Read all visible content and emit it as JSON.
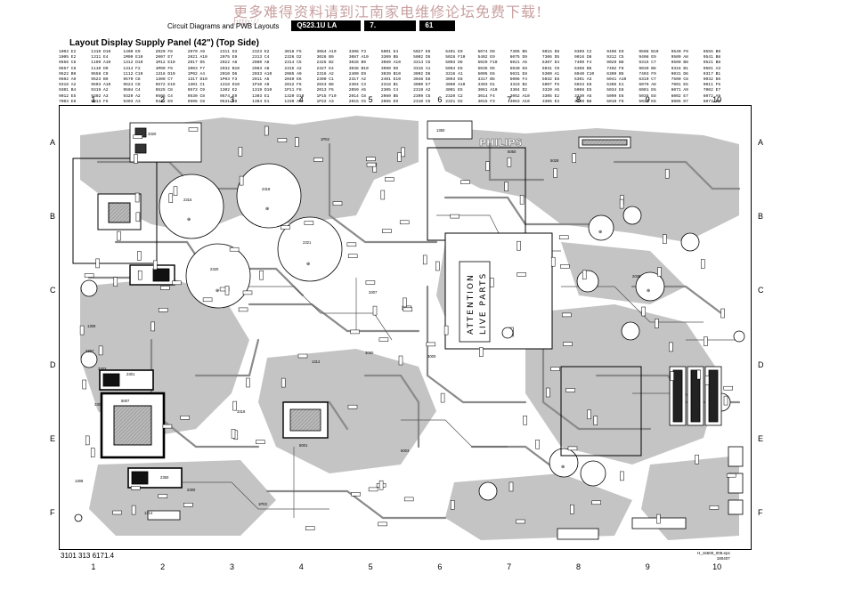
{
  "watermark": {
    "text": "更多难得资料请到江南家电维修论坛免费下载!",
    "url": "http://"
  },
  "header": {
    "doc_title": "Circuit Diagrams and PWB Layouts",
    "model": "Q523.1U LA",
    "chapter": "7.",
    "page": "61"
  },
  "layout_title": "Layout Display Supply Panel (42\") (Top Side)",
  "ref_table": [
    "1003 E2",
    "1310 D10",
    "1400 E9",
    "2020 F8",
    "2070 A9",
    "2311 D3",
    "2323 E2",
    "3018 F5",
    "3084 A10",
    "3308 F3",
    "5001 E4",
    "5027 E6",
    "5401 E9",
    "6074 D9",
    "7305 B5",
    "9015 D8",
    "9309 C2",
    "9406 E9",
    "9508 B10",
    "9540 F9",
    "9555 B9",
    "1005 E2",
    "1311 E4",
    "1M09 E10",
    "2007 E7",
    "2021 A10",
    "2075 E9",
    "2313 C4",
    "2326 D2",
    "3026 B9",
    "3087 A10",
    "3309 B5",
    "5002 D5",
    "5028 F10",
    "5402 E9",
    "6075 D9",
    "7306 D5",
    "9016 D8",
    "9312 C5",
    "9408 E9",
    "9509 A8",
    "9541 B8",
    "9556 C8",
    "1109 A10",
    "1312 D10",
    "1M12 E10",
    "2017 D5",
    "2022 A8",
    "2080 A8",
    "2314 C5",
    "2325 B2",
    "3028 B9",
    "3089 A10",
    "3314 C5",
    "5003 D6",
    "5029 F10",
    "6021 A5",
    "6307 D4",
    "7400 F4",
    "9029 B8",
    "9315 C7",
    "9500 B8",
    "9521 B8",
    "9557 C8",
    "1110 D9",
    "1314 F2",
    "1M90 F9",
    "2003 F7",
    "2032 B10",
    "2083 A8",
    "2315 A2",
    "2327 E4",
    "3038 B10",
    "3090 D6",
    "3315 A1",
    "5004 E5",
    "5035 D5",
    "5030 E8",
    "6031 C9",
    "6308 B5",
    "7402 F8",
    "9030 B6",
    "9316 B1",
    "9501 A3",
    "9522 B9",
    "9558 C9",
    "1112 C10",
    "1316 D10",
    "1P02 A4",
    "2010 D6",
    "2033 A10",
    "2085 A9",
    "2316 A2",
    "2400 E9",
    "3039 B10",
    "3092 D6",
    "3316 A1",
    "5005 E6",
    "5031 E8",
    "5300 A1",
    "6040 C10",
    "6309 B5",
    "7403 F9",
    "9031 D6",
    "9317 B1",
    "9502 A9",
    "9523 B9",
    "9570 C8",
    "1300 C7",
    "1317 D10",
    "1P03 F3",
    "2011 A5",
    "2040 E6",
    "2300 C1",
    "2317 A2",
    "2401 E10",
    "3048 E8",
    "3093 E6",
    "3317 B5",
    "5006 F4",
    "5032 E8",
    "5301 A3",
    "6041 A10",
    "6310 C7",
    "7500 C8",
    "9032 D6",
    "9318 A2",
    "9503 A10",
    "9524 C8",
    "9572 E10",
    "1301 C1",
    "1318 D10",
    "1P10 A9",
    "2012 F6",
    "2043 B8",
    "2304 C3",
    "2318 B1",
    "3000 E7",
    "3060 A10",
    "3303 D1",
    "3319 B2",
    "5007 F5",
    "5033 E8",
    "5305 E1",
    "6070 A8",
    "7001 E5",
    "9011 F5",
    "9301 B4",
    "9319 A2",
    "9504 C4",
    "9525 C8",
    "9573 C9",
    "1302 E2",
    "1319 D10",
    "1P11 F8",
    "2013 F5",
    "2059 A5",
    "2305 C4",
    "2319 A2",
    "3001 E5",
    "3061 A10",
    "3304 D2",
    "3320 A5",
    "5008 E5",
    "5034 E8",
    "6001 E6",
    "6071 A9",
    "7002 E7",
    "9012 E5",
    "9302 A3",
    "9320 A2",
    "9505 C4",
    "9530 C8",
    "9574 E9",
    "1303 E1",
    "1320 D10",
    "1P15 F10",
    "2014 C8",
    "2060 B5",
    "2309 C5",
    "2320 C2",
    "3014 F4",
    "3062 A10",
    "3305 E2",
    "3330 A5",
    "5009 E6",
    "5035 E8",
    "6002 E7",
    "6072 A9",
    "7003 E8",
    "9013 F5",
    "9303 A3",
    "9342 E9",
    "9506 C8",
    "9531 C9",
    "1304 E1",
    "1330 A6",
    "1P22 A3",
    "2015 C5",
    "2065 E9",
    "2310 C5",
    "2321 D2",
    "3015 F3",
    "3063 A10",
    "3306 E3",
    "3400 B8",
    "5010 F6",
    "5036 E8",
    "6005 D7",
    "6073 B9",
    "7004 F8",
    "9014 F6",
    "9304 B4",
    "9401 D9",
    "9507 A8",
    "9535 C9"
  ],
  "columns": [
    "1",
    "2",
    "3",
    "4",
    "5",
    "6",
    "7",
    "8",
    "9",
    "10"
  ],
  "rows": [
    "A",
    "B",
    "C",
    "D",
    "E",
    "F"
  ],
  "silkscreen": {
    "brand": "PHILIPS",
    "warning_line1": "ATTENTION",
    "warning_line2": "LIVE PARTS"
  },
  "components": [
    {
      "ref": "2315",
      "kind": "electrolytic"
    },
    {
      "ref": "2318",
      "kind": "electrolytic"
    },
    {
      "ref": "2320",
      "kind": "electrolytic"
    },
    {
      "ref": "2321",
      "kind": "electrolytic"
    },
    {
      "ref": "2038",
      "kind": "electrolytic"
    },
    {
      "ref": "5050",
      "kind": "inductor"
    },
    {
      "ref": "3320",
      "kind": "resistor"
    },
    {
      "ref": "1350",
      "kind": "connector"
    },
    {
      "ref": "5028",
      "kind": "transformer"
    },
    {
      "ref": "5007",
      "kind": "transformer"
    },
    {
      "ref": "1P03",
      "kind": "connector"
    },
    {
      "ref": "1P02",
      "kind": "connector"
    },
    {
      "ref": "1312",
      "kind": "heatsink"
    },
    {
      "ref": "2300",
      "kind": "capacitor"
    },
    {
      "ref": "1314",
      "kind": "fuse"
    },
    {
      "ref": "1300",
      "kind": "heatsink"
    },
    {
      "ref": "1308",
      "kind": "connector"
    },
    {
      "ref": "2301",
      "kind": "capacitor"
    },
    {
      "ref": "2307",
      "kind": "capacitor"
    },
    {
      "ref": "3318",
      "kind": "resistor"
    },
    {
      "ref": "5001",
      "kind": "inductor"
    },
    {
      "ref": "5003",
      "kind": "inductor"
    },
    {
      "ref": "3050",
      "kind": "resistor"
    },
    {
      "ref": "3000",
      "kind": "resistor"
    },
    {
      "ref": "3307",
      "kind": "resistor"
    },
    {
      "ref": "3303",
      "kind": "resistor"
    },
    {
      "ref": "3302",
      "kind": "resistor"
    },
    {
      "ref": "2350",
      "kind": "capacitor"
    }
  ],
  "doc_number": "3101 313 6171.4",
  "file_code": "H_16600_008.eps\n180407"
}
